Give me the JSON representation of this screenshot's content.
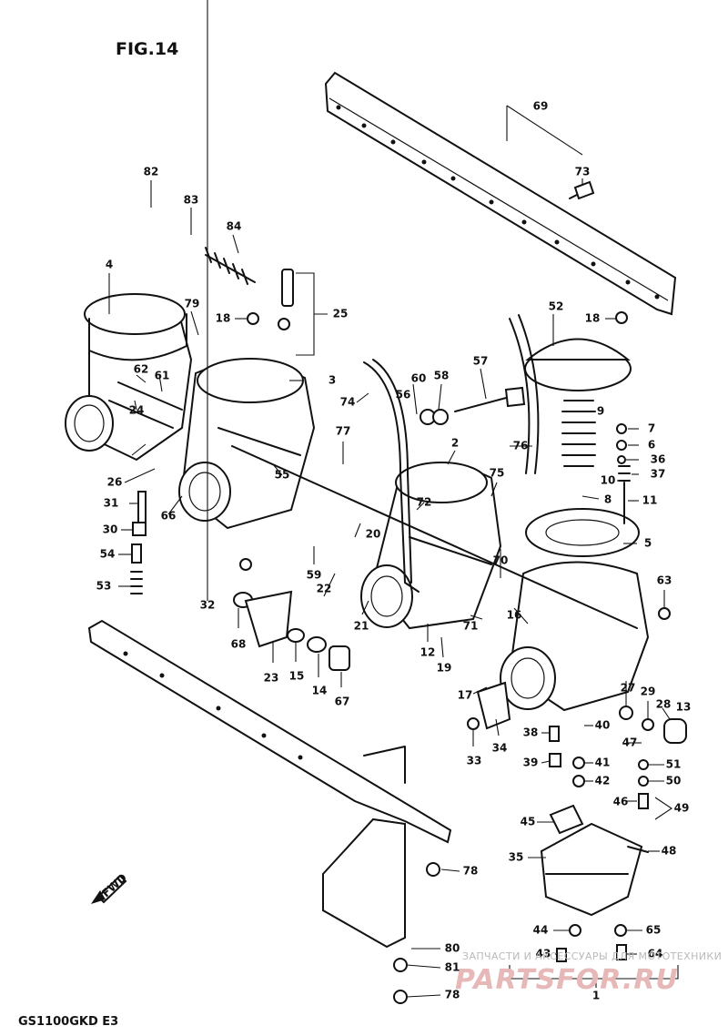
{
  "title": "FIG.14",
  "model": "GS1100GKD E3",
  "watermark": {
    "text": "ЗАПЧАСТИ И АКСЕССУАРЫ ДЛЯ МОТОТЕХНИКИ",
    "logo": "PARTSFOR.RU"
  },
  "front_marker": "FWD",
  "callouts": {
    "c1": "1",
    "c2": "2",
    "c3": "3",
    "c4": "4",
    "c5": "5",
    "c6": "6",
    "c7": "7",
    "c8": "8",
    "c9": "9",
    "c10": "10",
    "c11": "11",
    "c12": "12",
    "c13": "13",
    "c14": "14",
    "c15": "15",
    "c16": "16",
    "c17": "17",
    "c18a": "18",
    "c18b": "18",
    "c19": "19",
    "c20": "20",
    "c21": "21",
    "c22": "22",
    "c23": "23",
    "c24": "24",
    "c25": "25",
    "c26": "26",
    "c27": "27",
    "c28": "28",
    "c29": "29",
    "c30": "30",
    "c31": "31",
    "c32": "32",
    "c33": "33",
    "c34": "34",
    "c35": "35",
    "c36": "36",
    "c37": "37",
    "c38": "38",
    "c39": "39",
    "c40": "40",
    "c41": "41",
    "c42": "42",
    "c43": "43",
    "c44": "44",
    "c45": "45",
    "c46": "46",
    "c47": "47",
    "c48": "48",
    "c49": "49",
    "c50": "50",
    "c51": "51",
    "c52": "52",
    "c53": "53",
    "c54": "54",
    "c55": "55",
    "c56": "56",
    "c57": "57",
    "c58": "58",
    "c59": "59",
    "c60": "60",
    "c61": "61",
    "c62": "62",
    "c63": "63",
    "c64": "64",
    "c65": "65",
    "c66": "66",
    "c67": "67",
    "c68": "68",
    "c69": "69",
    "c70": "70",
    "c71": "71",
    "c72": "72",
    "c73": "73",
    "c74": "74",
    "c75": "75",
    "c76": "76",
    "c77": "77",
    "c78a": "78",
    "c78b": "78",
    "c79": "79",
    "c80": "80",
    "c81": "81",
    "c82": "82",
    "c83": "83",
    "c84": "84"
  }
}
